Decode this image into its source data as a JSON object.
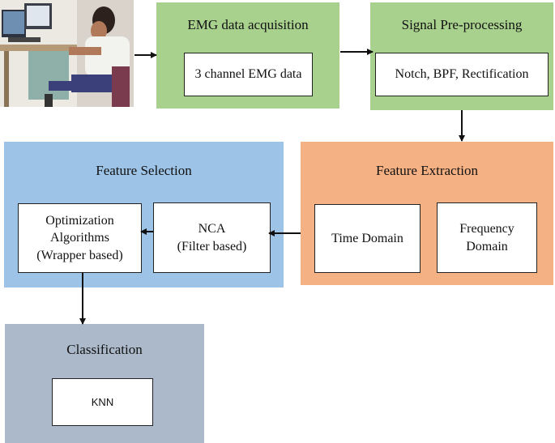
{
  "acquisition": {
    "title": "EMG data acquisition",
    "box": "3 channel EMG data"
  },
  "preprocessing": {
    "title": "Signal Pre-processing",
    "box": "Notch, BPF, Rectification"
  },
  "extraction": {
    "title": "Feature Extraction",
    "time": "Time Domain",
    "freq_line1": "Frequency",
    "freq_line2": "Domain"
  },
  "selection": {
    "title": "Feature Selection",
    "nca_line1": "NCA",
    "nca_line2": "(Filter based)",
    "opt_line1": "Optimization",
    "opt_line2": "Algorithms",
    "opt_line3": "(Wrapper based)"
  },
  "classification": {
    "title": "Classification",
    "box": "KNN"
  },
  "colors": {
    "green": "#a9d18e",
    "orange": "#f4b183",
    "blue": "#9dc3e6",
    "slate": "#acb9ca"
  }
}
